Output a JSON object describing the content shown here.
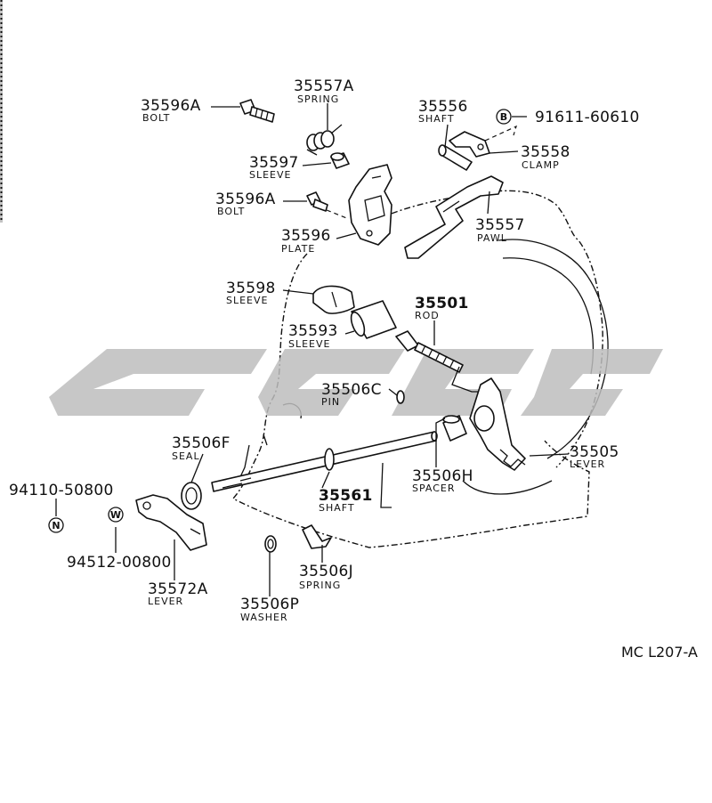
{
  "parts": [
    {
      "id": "p35596A_top",
      "number": "35596A",
      "name": "BOLT"
    },
    {
      "id": "p35557A",
      "number": "35557A",
      "name": "SPRING"
    },
    {
      "id": "p35597",
      "number": "35597",
      "name": "SLEEVE"
    },
    {
      "id": "p35596A_mid",
      "number": "35596A",
      "name": "BOLT"
    },
    {
      "id": "p35596",
      "number": "35596",
      "name": "PLATE"
    },
    {
      "id": "p35556",
      "number": "35556",
      "name": "SHAFT"
    },
    {
      "id": "p35558",
      "number": "35558",
      "name": "CLAMP"
    },
    {
      "id": "p35557",
      "number": "35557",
      "name": "PAWL"
    },
    {
      "id": "p35598",
      "number": "35598",
      "name": "SLEEVE"
    },
    {
      "id": "p35501",
      "number": "35501",
      "name": "ROD"
    },
    {
      "id": "p35593",
      "number": "35593",
      "name": "SLEEVE"
    },
    {
      "id": "p35506C",
      "number": "35506C",
      "name": "PIN"
    },
    {
      "id": "p35506F",
      "number": "35506F",
      "name": "SEAL"
    },
    {
      "id": "p35505",
      "number": "35505",
      "name": "LEVER"
    },
    {
      "id": "p35506H",
      "number": "35506H",
      "name": "SPACER"
    },
    {
      "id": "p35561",
      "number": "35561",
      "name": "SHAFT"
    },
    {
      "id": "p35506J",
      "number": "35506J",
      "name": "SPRING"
    },
    {
      "id": "p35572A",
      "number": "35572A",
      "name": "LEVER"
    },
    {
      "id": "p35506P",
      "number": "35506P",
      "name": "WASHER"
    }
  ],
  "std_parts": [
    {
      "id": "b",
      "symbol": "B",
      "number": "91611-60610"
    },
    {
      "id": "n",
      "symbol": "N",
      "number": "94110-50800"
    },
    {
      "id": "w",
      "symbol": "W",
      "number": "94512-00800"
    }
  ],
  "diagram_ref": "MC L207-A"
}
